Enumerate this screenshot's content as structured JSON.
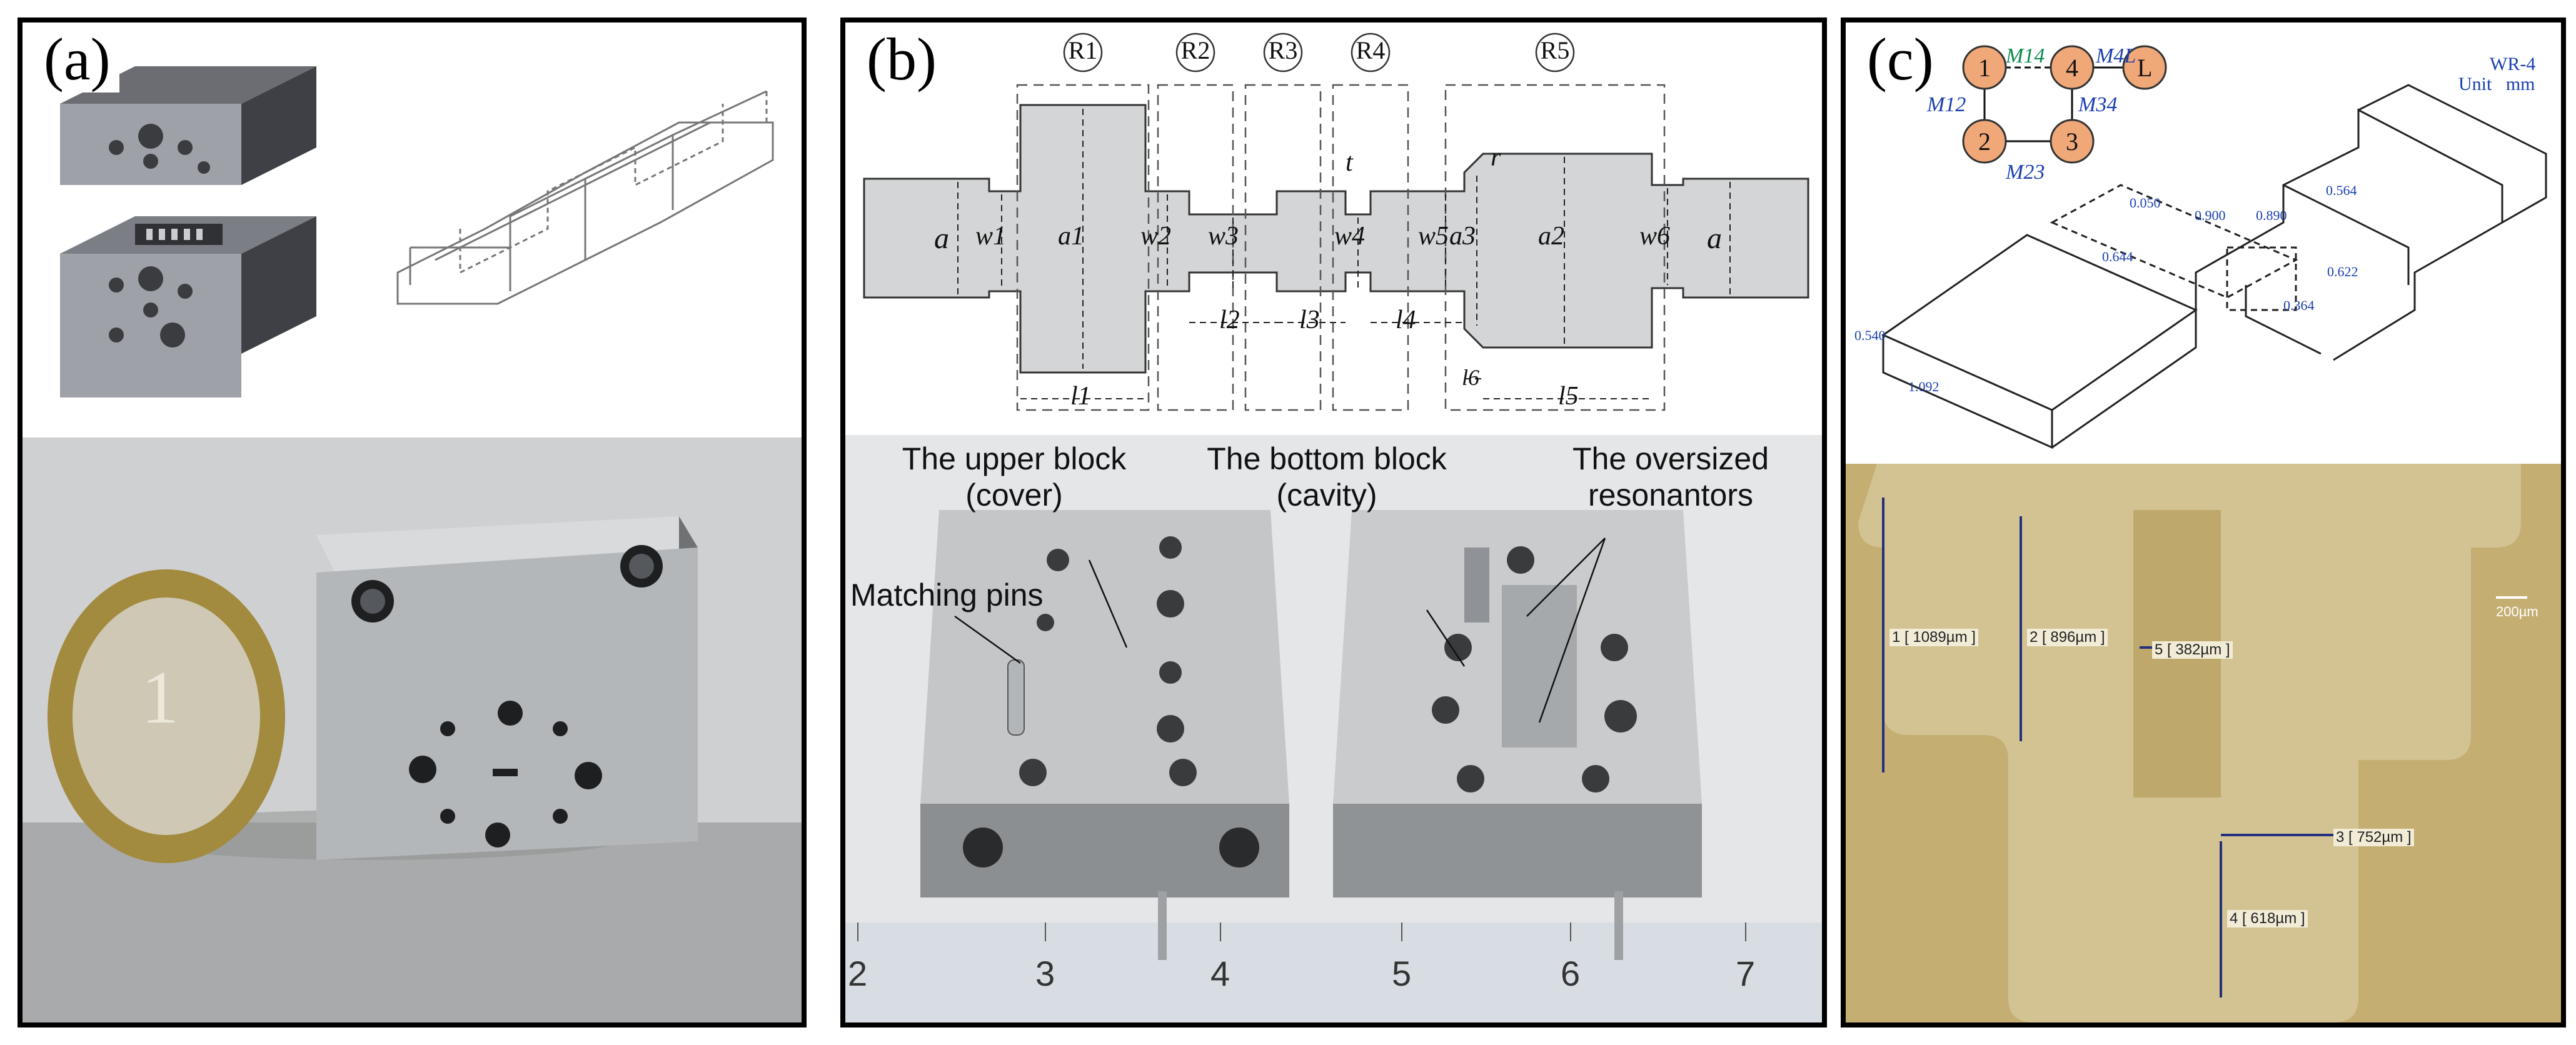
{
  "panels": {
    "a": {
      "label": "(a)"
    },
    "b": {
      "label": "(b)",
      "resonators": [
        "R1",
        "R2",
        "R3",
        "R4",
        "R5"
      ],
      "dims": {
        "a_left": "a",
        "w1": "w1",
        "a1": "a1",
        "w2": "w2",
        "w3": "w3",
        "w4": "w4",
        "w5": "w5",
        "a3": "a3",
        "a2": "a2",
        "w6": "w6",
        "a_right": "a",
        "t": "t",
        "r": "r",
        "l1": "l1",
        "l2": "l2",
        "l3": "l3",
        "l4": "l4",
        "l5": "l5",
        "l6": "l6"
      },
      "photo_labels": {
        "upper_block": "The upper block\n(cover)",
        "bottom_block": "The bottom block\n(cavity)",
        "resonators": "The oversized\nresonantors",
        "pins": "Matching pins"
      },
      "ruler": [
        "2",
        "3",
        "4",
        "5",
        "6",
        "7"
      ]
    },
    "c": {
      "label": "(c)",
      "topology": {
        "nodes": [
          "1",
          "4",
          "L",
          "2",
          "3"
        ],
        "couplings": [
          "M14",
          "M4L",
          "M12",
          "M34",
          "M23"
        ]
      },
      "drawing": {
        "title": "WR-4",
        "unit": "Unit   mm",
        "dims": [
          "0.050",
          "0.900",
          "0.890",
          "0.564",
          "0.644",
          "0.622",
          "0.540",
          "1.092",
          "0.364"
        ]
      },
      "measurements": [
        "1 [ 1089µm ]",
        "2 [ 896µm ]",
        "5 [ 382µm ]",
        "3 [ 752µm ]",
        "4 [ 618µm ]"
      ],
      "scale_bar": "200µm"
    }
  }
}
